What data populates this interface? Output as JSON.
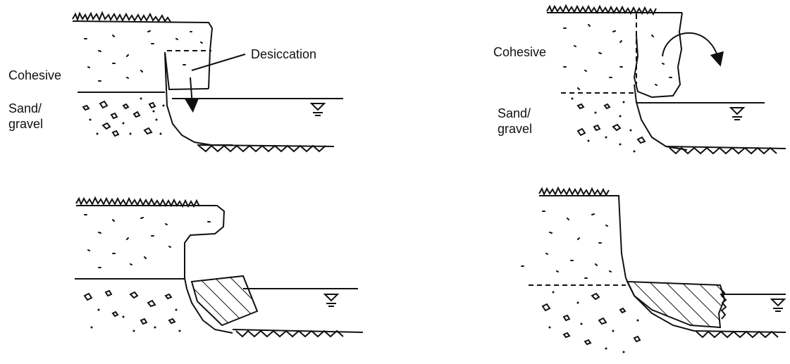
{
  "panels": [
    {
      "layer_top": "Cohesive",
      "layer_bottom": "Sand/ gravel",
      "callout": "Desiccation"
    },
    {
      "layer_top": "Cohesive",
      "layer_bottom": "Sand/ gravel"
    },
    {},
    {}
  ],
  "colors": {
    "ink": "#111111",
    "background": "#ffffff"
  },
  "icons": [
    "water-level-icon",
    "grass-icon",
    "desiccation-arrow-icon",
    "toppling-arrow-icon"
  ]
}
